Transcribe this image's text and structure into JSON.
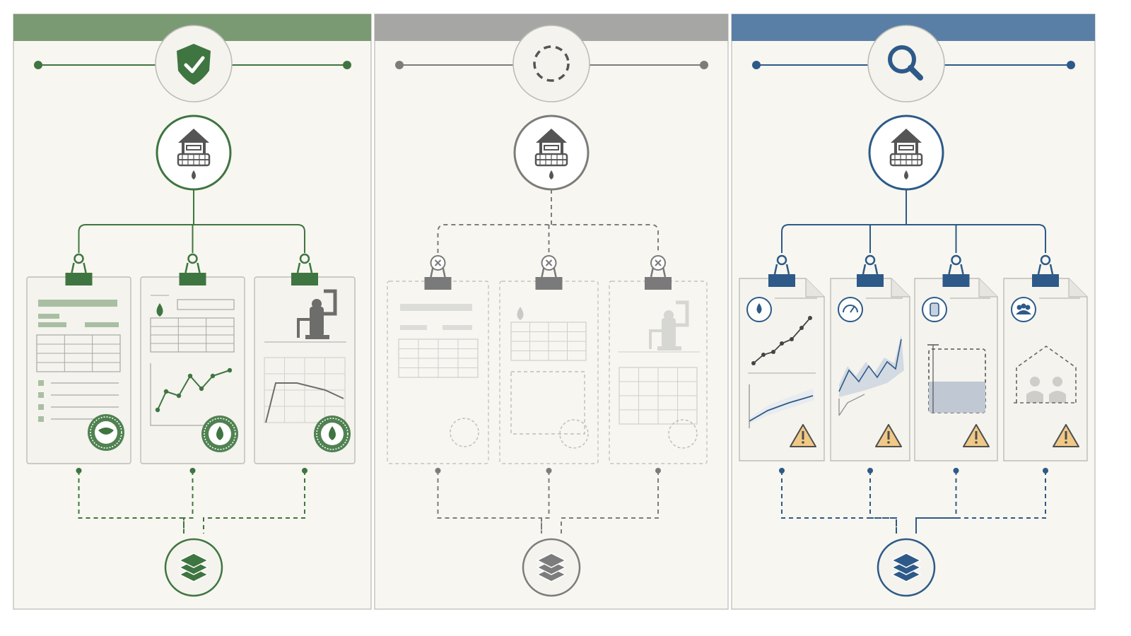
{
  "colors": {
    "background": "#ffffff",
    "panel_fill": "#f7f6f0",
    "panel_border": "#b9b9b4",
    "doc_fill": "#f4f3ee",
    "hatch_fill": "#e7eaee",
    "warning_fill": "#f0c986",
    "warning_stroke": "#4e4e4e"
  },
  "panels": [
    {
      "id": "verified",
      "header_color": "#7a9a74",
      "accent": "#3f7540",
      "accent_light": "#a9bfa2",
      "line_style": "solid",
      "docs_style": "solid",
      "status_icon": "shield-check-icon",
      "source_icon": "water-well-icon",
      "output_icon": "layers-icon",
      "document_count": 3,
      "documents": [
        {
          "name": "report-document",
          "icons": [
            "table-icon",
            "checklist-icon",
            "certificate-seal-icon"
          ]
        },
        {
          "name": "water-quality-document",
          "icons": [
            "water-drop-icon",
            "table-icon",
            "line-chart-icon",
            "water-drop-seal-icon"
          ]
        },
        {
          "name": "pump-test-document",
          "icons": [
            "pump-icon",
            "curve-chart-icon",
            "water-drop-seal-icon"
          ]
        }
      ]
    },
    {
      "id": "missing",
      "header_color": "#a6a6a4",
      "accent": "#7c7c7c",
      "accent_light": "#c7c7c4",
      "line_style": "dashed",
      "docs_style": "dashed",
      "status_icon": "dashed-circle-icon",
      "source_icon": "water-well-icon",
      "output_icon": "layers-icon",
      "document_count": 3,
      "documents": [
        {
          "name": "missing-report-document",
          "icons": [
            "x-mark-icon",
            "table-icon",
            "empty-seal-icon"
          ]
        },
        {
          "name": "missing-water-quality-document",
          "icons": [
            "x-mark-icon",
            "water-drop-icon",
            "table-icon",
            "empty-seal-icon"
          ]
        },
        {
          "name": "missing-pump-test-document",
          "icons": [
            "x-mark-icon",
            "pump-icon",
            "table-icon",
            "empty-seal-icon"
          ]
        }
      ]
    },
    {
      "id": "review",
      "header_color": "#5a7fa6",
      "accent": "#2d5a88",
      "accent_light": "#c9d3df",
      "line_style": "solid",
      "docs_style": "solid",
      "status_icon": "magnifier-icon",
      "source_icon": "water-well-icon",
      "output_icon": "layers-icon",
      "document_count": 4,
      "documents": [
        {
          "name": "water-level-document",
          "icons": [
            "water-drop-icon",
            "line-chart-icon",
            "band-chart-icon",
            "warning-icon"
          ]
        },
        {
          "name": "pressure-document",
          "icons": [
            "gauge-icon",
            "noisy-chart-icon",
            "warning-icon"
          ]
        },
        {
          "name": "storage-tank-document",
          "icons": [
            "tank-icon",
            "tank-level-icon",
            "warning-icon"
          ]
        },
        {
          "name": "community-document",
          "icons": [
            "people-icon",
            "house-outline-icon",
            "warning-icon"
          ]
        }
      ]
    }
  ]
}
